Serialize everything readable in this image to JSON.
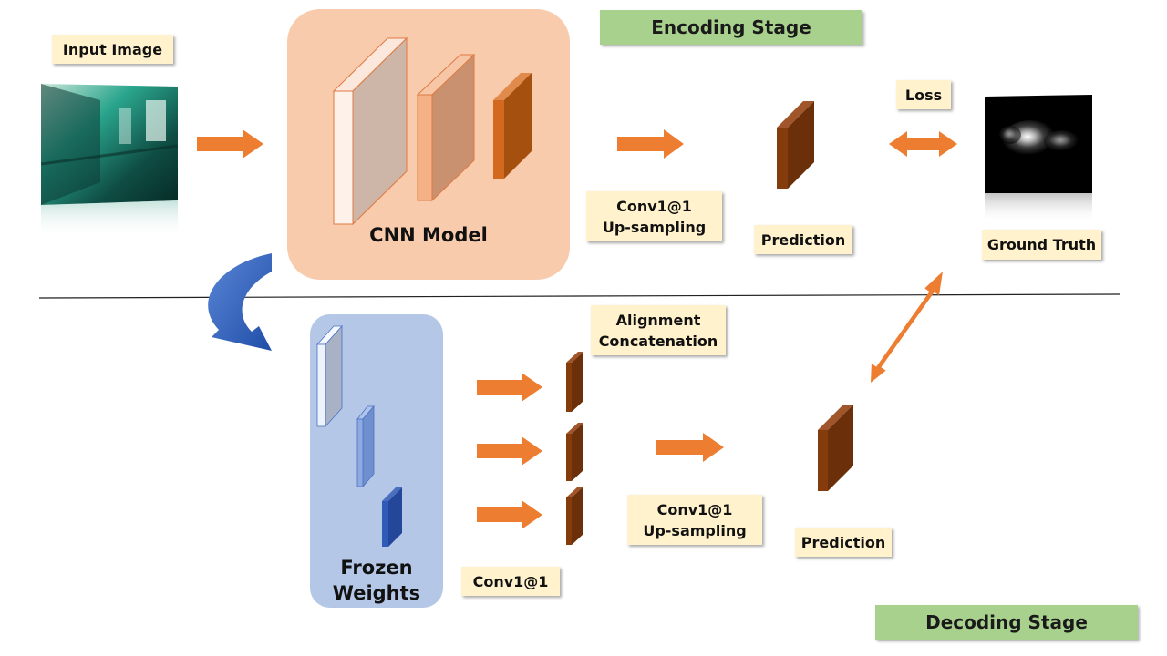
{
  "stages": {
    "encoding": "Encoding Stage",
    "decoding": "Decoding Stage"
  },
  "labels": {
    "input_image": "Input Image",
    "cnn_model": "CNN Model",
    "conv_upsampling_top": "Conv1@1\nUp-sampling",
    "prediction_top": "Prediction",
    "loss": "Loss",
    "ground_truth": "Ground Truth",
    "frozen_weights": "Frozen\nWeights",
    "alignment_concatenation": "Alignment\nConcatenation",
    "conv_1x1": "Conv1@1",
    "conv_upsampling_bottom": "Conv1@1\nUp-sampling",
    "prediction_bottom": "Prediction"
  },
  "colors": {
    "arrow_orange": "#ed7d31",
    "cnn_panel": "#f8cbad",
    "frozen_panel": "#b4c7e7",
    "curved_arrow_blue": "#2f5fb8",
    "feature_brown": "#843c0c",
    "label_fill": "#fff2cc",
    "stage_fill": "#a9d18e"
  }
}
